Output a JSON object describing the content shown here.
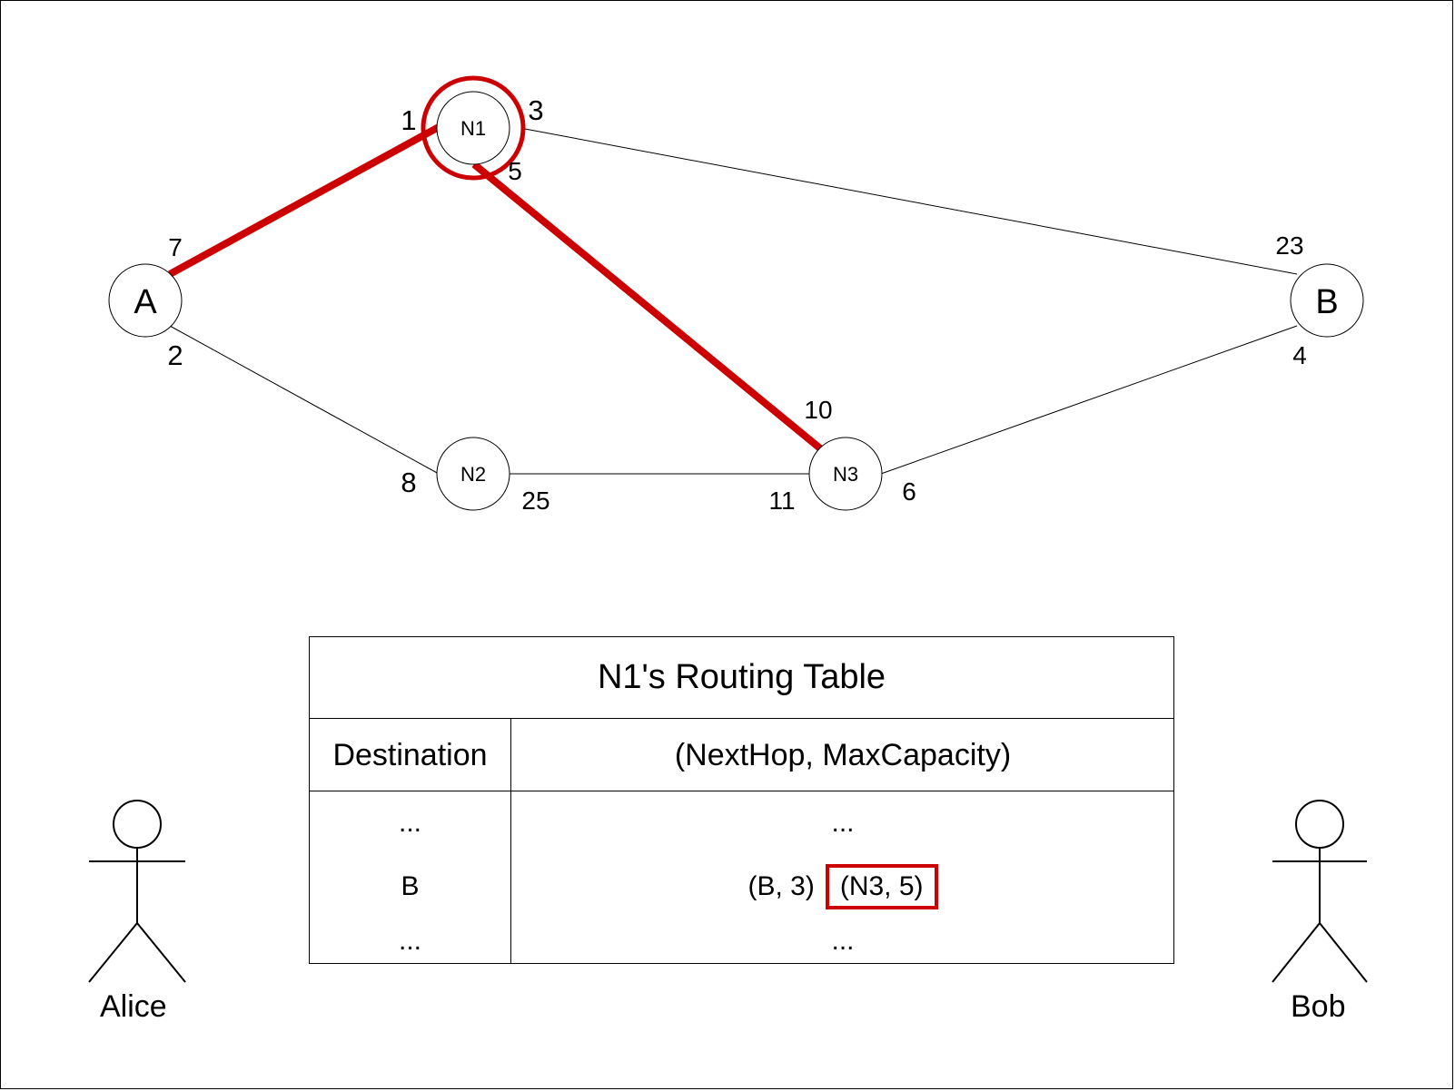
{
  "nodes": {
    "a": "A",
    "b": "B",
    "n1": "N1",
    "n2": "N2",
    "n3": "N3"
  },
  "channel_balances": {
    "a_n1_at_n1": "1",
    "a_n1_at_a": "7",
    "n1_b_at_n1": "3",
    "n1_b_at_b": "23",
    "n1_n3_at_n1": "5",
    "n1_n3_at_n3": "10",
    "a_n2_at_a": "2",
    "a_n2_at_n2": "8",
    "n2_n3_at_n2": "25",
    "n2_n3_at_n3": "11",
    "n3_b_at_n3": "6",
    "n3_b_at_b": "4"
  },
  "highlight_color": "#cc0000",
  "routing_table": {
    "title": "N1's Routing Table",
    "headers": {
      "destination": "Destination",
      "entry": "(NextHop, MaxCapacity)"
    },
    "rows": [
      {
        "destination": "...",
        "entries": [
          "..."
        ]
      },
      {
        "destination": "B",
        "entries": [
          "(B, 3)",
          "(N3, 5)"
        ]
      },
      {
        "destination": "...",
        "entries": [
          "..."
        ]
      }
    ]
  },
  "actors": {
    "alice": "Alice",
    "bob": "Bob"
  }
}
